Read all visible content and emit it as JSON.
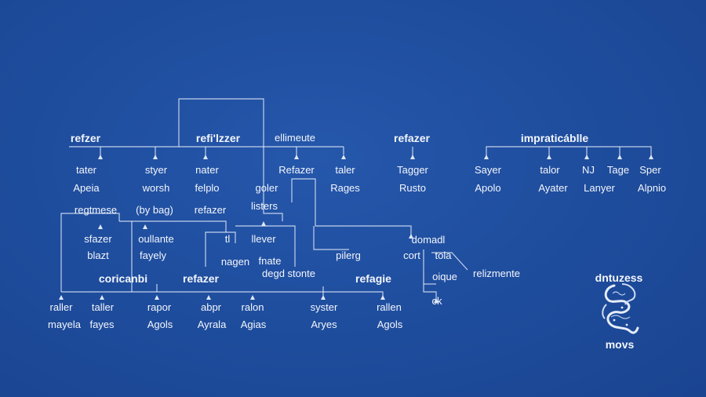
{
  "labels": {
    "refzer": "refzer",
    "refilzzer": "refi'lzzer",
    "ellimeute": "ellimeute",
    "refazer_top": "refazer",
    "impraticable": "impraticáblle",
    "tater1": "tater",
    "styer": "styer",
    "nater": "nater",
    "refazer_cap": "Refazer",
    "taler1": "taler",
    "tagger": "Tagger",
    "sayer": "Sayer",
    "talor": "talor",
    "nj": "NJ",
    "tage": "Tage",
    "sper": "Sper",
    "apeia": "Apeia",
    "worsh": "worsh",
    "felplo": "felplo",
    "goler": "goler",
    "rages": "Rages",
    "rusto": "Rusto",
    "apolo1": "Apolo",
    "ayater": "Ayater",
    "lanyer": "Lanyer",
    "alpnio": "Alpnio",
    "regtmese": "regtmese",
    "by_bag": "(by bag)",
    "refazer_mid": "refazer",
    "listers": "listers",
    "sfazer": "sfazer",
    "oullante": "oullante",
    "tl": "tl",
    "llever": "llever",
    "domadl": "domadl",
    "blazt": "blazt",
    "fayely": "fayely",
    "nagen": "nagen",
    "fnate": "fnate",
    "degd_stonte": "degd stonte",
    "pilerg": "pilerg",
    "cort": "cort",
    "tola": "tola",
    "oique": "oique",
    "relizmente": "relizmente",
    "coricanbi": "coricanbi",
    "refazer_low": "refazer",
    "refagie": "refagie",
    "ck": "ck",
    "raller": "raller",
    "taller": "taller",
    "rapor": "rapor",
    "abpr": "abpr",
    "ralon": "ralon",
    "syster": "syster",
    "rallen": "rallen",
    "mayela": "mayela",
    "fayes": "fayes",
    "agols1": "Agols",
    "ayrala": "Ayrala",
    "agias": "Agias",
    "aryes": "Aryes",
    "agols2": "Agols",
    "dntuzess": "dntuzess",
    "movs": "movs"
  },
  "colors": {
    "background": "#1f4fa1",
    "line": "#dfe8f7",
    "text": "#f3f6fc"
  }
}
